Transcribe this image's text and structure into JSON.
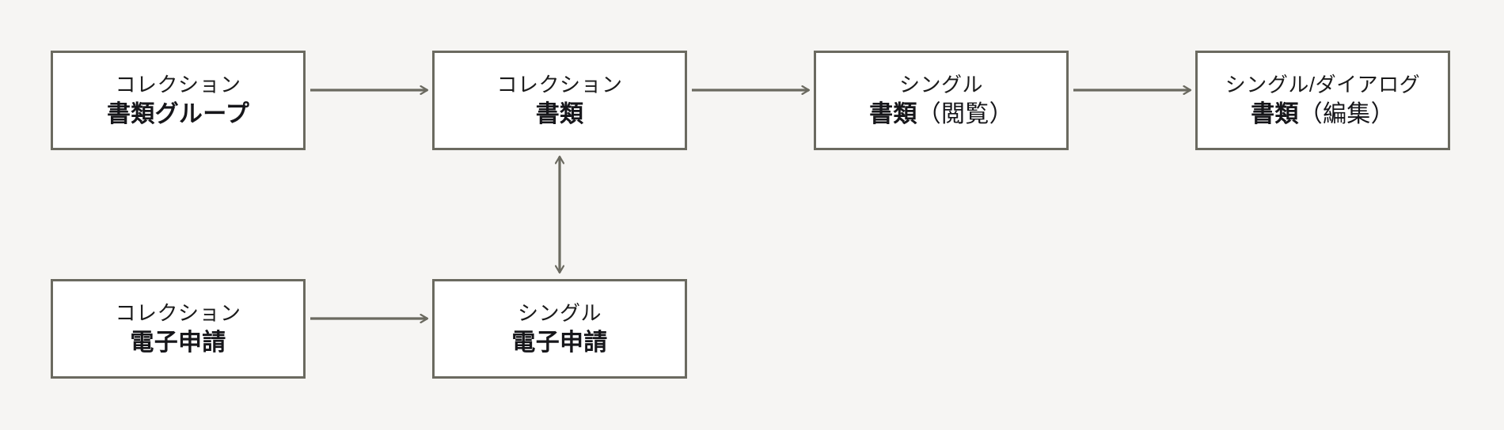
{
  "diagram": {
    "type": "flow",
    "background_color": "#f6f5f3",
    "node_fill_color": "#ffffff",
    "node_border_color": "#6b6a60",
    "connector_color": "#6b6a60",
    "nodes": [
      {
        "id": "doc-group",
        "kind": "コレクション",
        "name": "書類グループ",
        "row": "top",
        "column": 1
      },
      {
        "id": "doc-coll",
        "kind": "コレクション",
        "name": "書類",
        "row": "top",
        "column": 2
      },
      {
        "id": "doc-view",
        "kind": "シングル",
        "name": "書類（閲覧）",
        "name_base": "書類",
        "name_paren": "（閲覧）",
        "row": "top",
        "column": 3
      },
      {
        "id": "doc-edit",
        "kind": "シングル/ダイアログ",
        "name": "書類（編集）",
        "name_base": "書類",
        "name_paren": "（編集）",
        "row": "top",
        "column": 4
      },
      {
        "id": "eapp-coll",
        "kind": "コレクション",
        "name": "電子申請",
        "row": "bottom",
        "column": 1
      },
      {
        "id": "eapp-single",
        "kind": "シングル",
        "name": "電子申請",
        "row": "bottom",
        "column": 2
      }
    ],
    "edges": [
      {
        "from": "doc-group",
        "to": "doc-coll",
        "direction": "right",
        "arrowheads": "single"
      },
      {
        "from": "doc-coll",
        "to": "doc-view",
        "direction": "right",
        "arrowheads": "single"
      },
      {
        "from": "doc-view",
        "to": "doc-edit",
        "direction": "right",
        "arrowheads": "single"
      },
      {
        "from": "eapp-coll",
        "to": "eapp-single",
        "direction": "right",
        "arrowheads": "single"
      },
      {
        "from": "doc-coll",
        "to": "eapp-single",
        "direction": "vertical",
        "arrowheads": "double"
      }
    ]
  }
}
